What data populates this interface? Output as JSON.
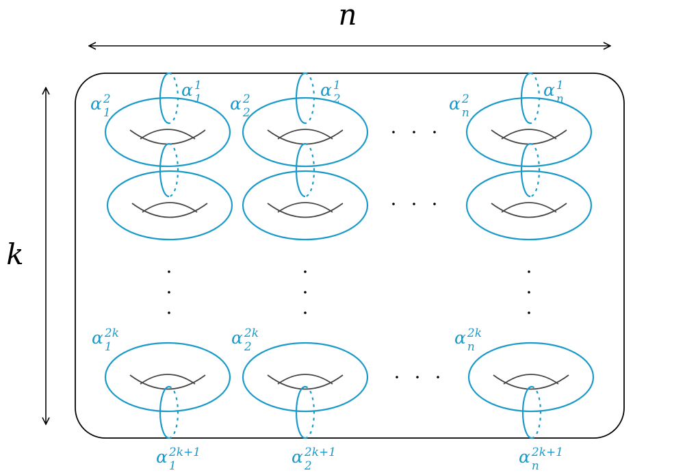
{
  "axis_labels": {
    "horizontal": "n",
    "vertical": "k"
  },
  "alpha_symbol": "α",
  "labels": [
    {
      "id": "a1-1",
      "sub": "1",
      "sup": "1"
    },
    {
      "id": "a2-1",
      "sub": "2",
      "sup": "1"
    },
    {
      "id": "an-1",
      "sub": "n",
      "sup": "1"
    },
    {
      "id": "a1-2",
      "sub": "1",
      "sup": "2"
    },
    {
      "id": "a2-2",
      "sub": "2",
      "sup": "2"
    },
    {
      "id": "an-2",
      "sub": "n",
      "sup": "2"
    },
    {
      "id": "a1-2k",
      "sub": "1",
      "sup": "2k"
    },
    {
      "id": "a2-2k",
      "sub": "2",
      "sup": "2k"
    },
    {
      "id": "an-2k",
      "sub": "n",
      "sup": "2k"
    },
    {
      "id": "a1-2k1",
      "sub": "1",
      "sup": "2k+1"
    },
    {
      "id": "a2-2k1",
      "sub": "2",
      "sup": "2k+1"
    },
    {
      "id": "an-2k1",
      "sub": "n",
      "sup": "2k+1"
    }
  ],
  "colors": {
    "curve": "#1a9ac9",
    "surface": "#000000",
    "hole": "#444444"
  }
}
